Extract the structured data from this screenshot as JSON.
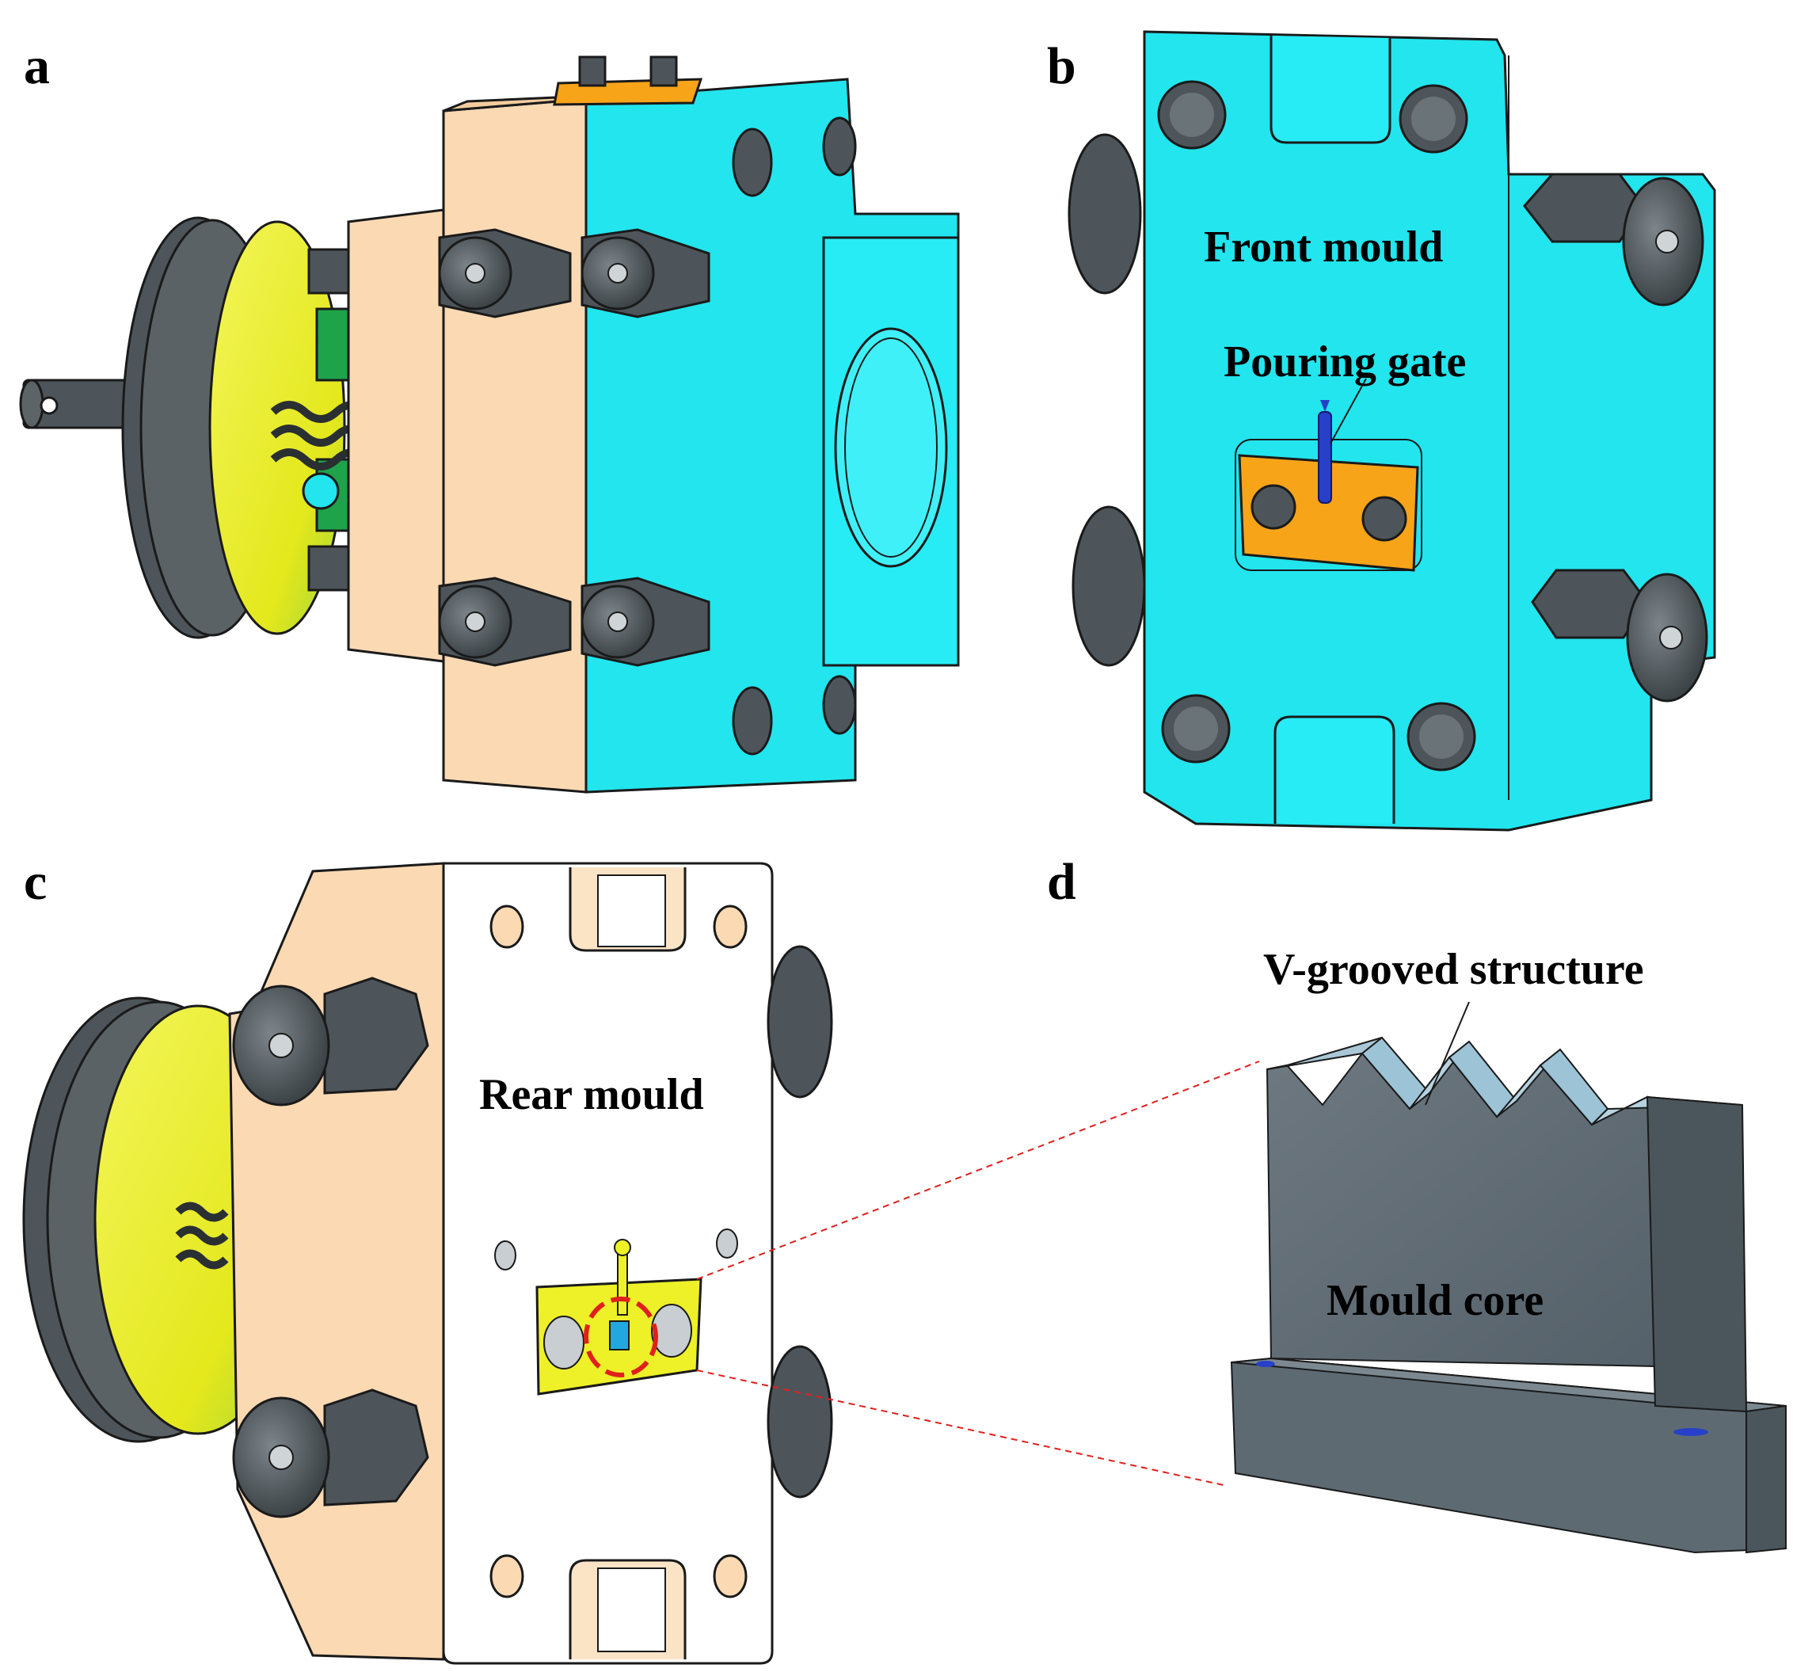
{
  "panels": {
    "a": {
      "letter": "a"
    },
    "b": {
      "letter": "b",
      "front_mould_label": "Front mould",
      "pouring_gate_label": "Pouring gate"
    },
    "c": {
      "letter": "c",
      "rear_mould_label": "Rear mould"
    },
    "d": {
      "letter": "d",
      "v_groove_label": "V-grooved structure",
      "mould_core_label": "Mould core"
    }
  },
  "colors": {
    "cyan_plate": "#22e5ee",
    "tan_plate": "#fad9b3",
    "white_plate": "#ffffff",
    "yellow_disc": "#eef028",
    "orange_insert": "#f7a419",
    "bolt_gray": "#4d555a",
    "core_gray": "#5e6a72",
    "gate_blue": "#2840c8",
    "leader_red": "#e0201c",
    "outline": "#1a1a1a"
  }
}
